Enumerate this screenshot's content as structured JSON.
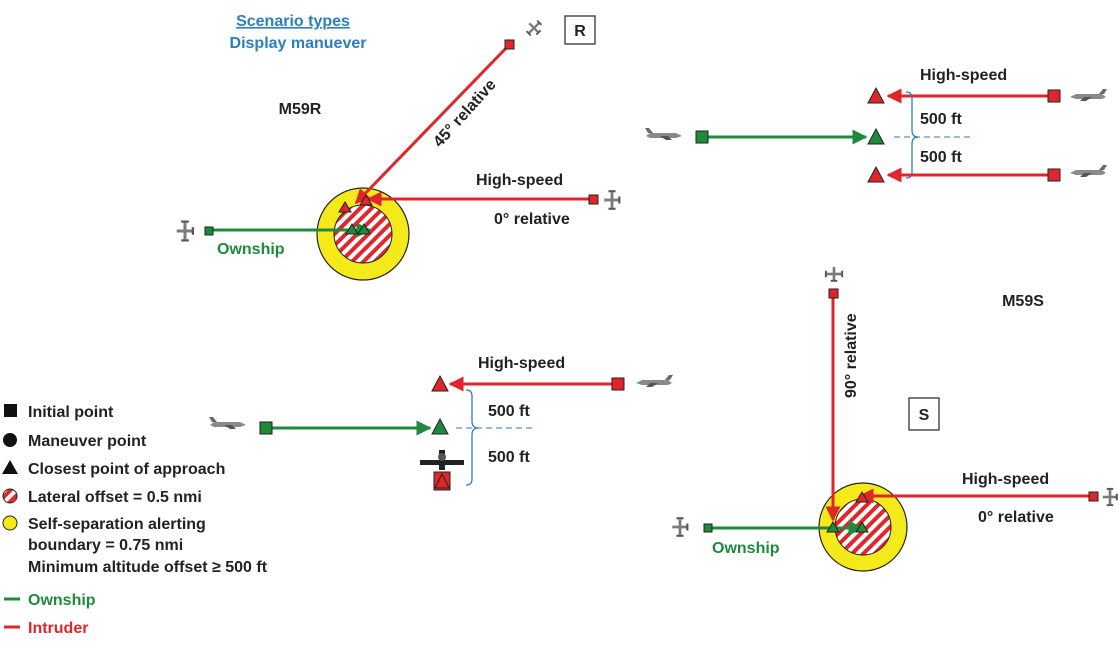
{
  "header": {
    "title": "Scenario types",
    "subtitle": "Display manuever"
  },
  "colors": {
    "ownship": "#1f8a3b",
    "intruder": "#e0262b",
    "alert_boundary": "#f4ea1a",
    "title": "#2b7fc1",
    "text": "#222222",
    "separator": "#5a8fd0"
  },
  "scenario_r": {
    "name": "M59R",
    "box_label": "R",
    "ownship_label": "Ownship",
    "intruder_45_label": "45° relative",
    "intruder_0_speed": "High-speed",
    "intruder_0_label": "0° relative"
  },
  "scenario_r_side": {
    "speed_label": "High-speed",
    "offset_above": "500 ft",
    "offset_below": "500 ft"
  },
  "scenario_s": {
    "name": "M59S",
    "box_label": "S",
    "ownship_label": "Ownship",
    "intruder_90_label": "90° relative",
    "intruder_0_speed": "High-speed",
    "intruder_0_label": "0° relative"
  },
  "scenario_s_side": {
    "speed_label": "High-speed",
    "offset_above": "500 ft",
    "offset_below": "500 ft"
  },
  "legend": {
    "initial_point": "Initial point",
    "maneuver_point": "Maneuver point",
    "closest_point": "Closest point of approach",
    "lateral_offset": "Lateral offset = 0.5 nmi",
    "alert_line1": "Self-separation alerting",
    "alert_line2": "boundary = 0.75 nmi",
    "alert_line3": "Minimum altitude offset ≥ 500 ft",
    "ownship": "Ownship",
    "intruder": "Intruder"
  }
}
